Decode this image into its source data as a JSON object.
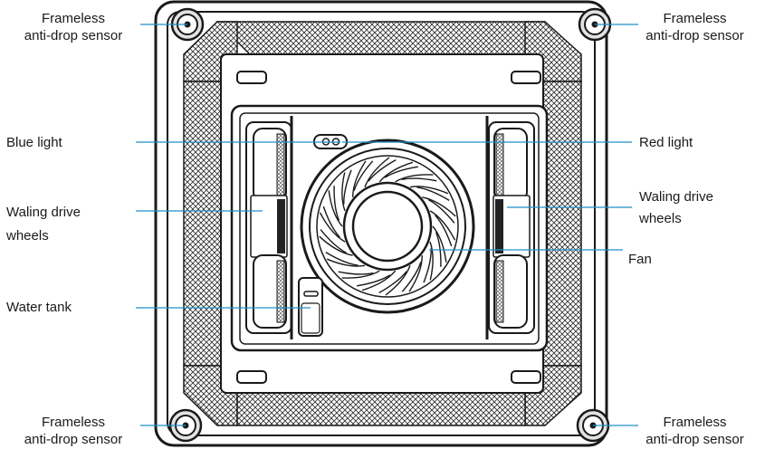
{
  "labels": {
    "sensor_top_left": [
      "Frameless",
      "anti-drop sensor"
    ],
    "sensor_top_right": [
      "Frameless",
      "anti-drop sensor"
    ],
    "sensor_bottom_left": [
      "Frameless",
      "anti-drop sensor"
    ],
    "sensor_bottom_right": [
      "Frameless",
      "anti-drop sensor"
    ],
    "blue_light": "Blue light",
    "red_light": "Red light",
    "wheels_left": [
      "Waling drive",
      "wheels"
    ],
    "wheels_right": [
      "Waling drive",
      "wheels"
    ],
    "water_tank": "Water tank",
    "fan": "Fan"
  },
  "colors": {
    "outline": "#1a1a1a",
    "leader_line": "#1e90c8",
    "sensor_ring": "#e2e2e2",
    "background": "#ffffff"
  },
  "icons": {
    "sensor": "sensor-icon",
    "fan": "fan-icon",
    "light": "light-indicator-icon"
  }
}
